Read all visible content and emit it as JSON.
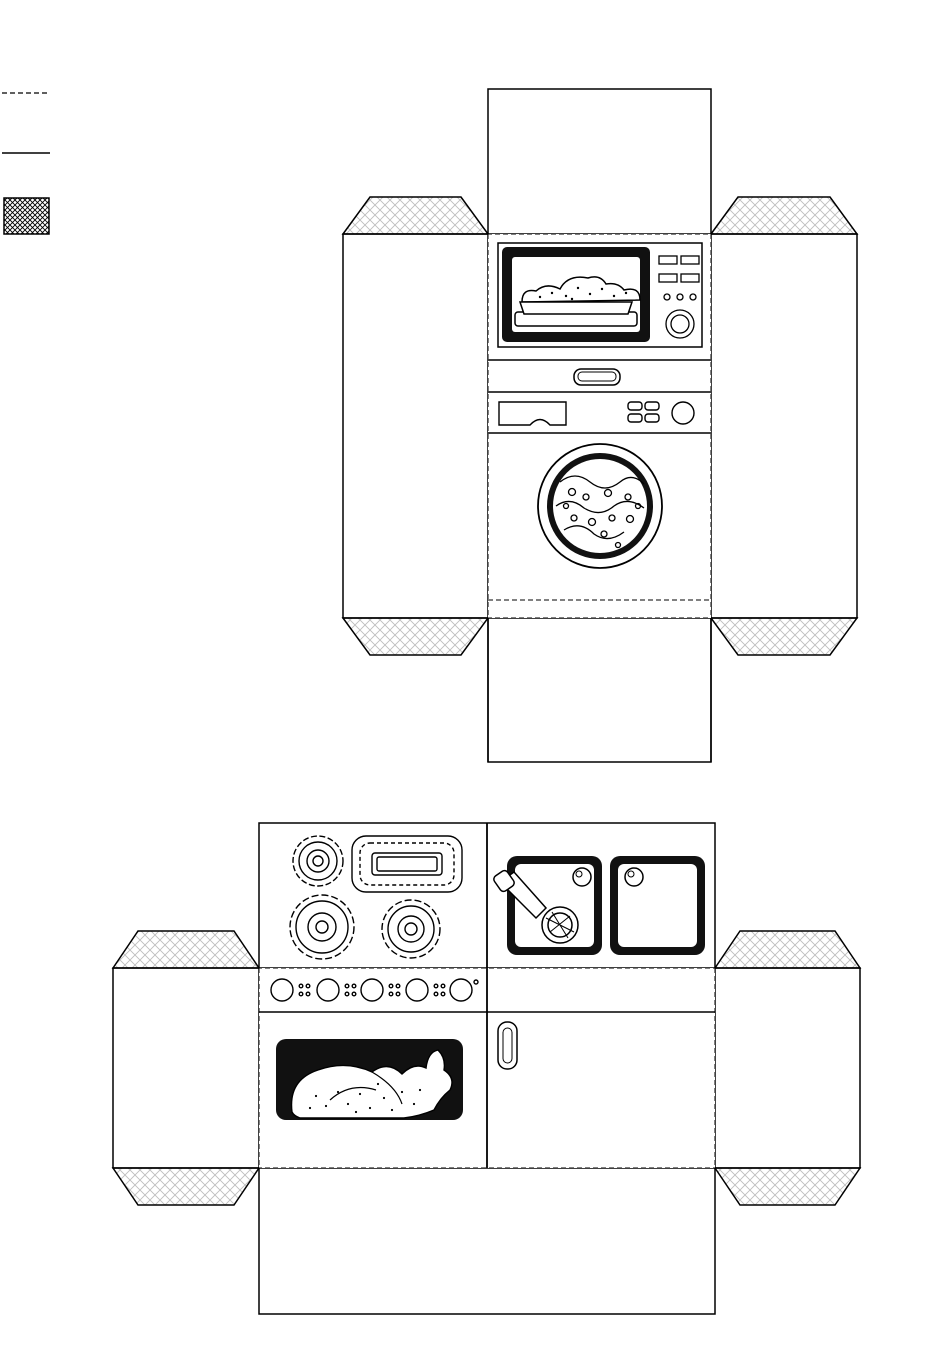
{
  "legend": {
    "items": [
      {
        "kind": "fold-line",
        "style": "dashed",
        "label": ""
      },
      {
        "kind": "cut-line",
        "style": "solid",
        "label": ""
      },
      {
        "kind": "glue-area",
        "style": "crosshatch",
        "label": ""
      }
    ]
  },
  "colors": {
    "ink": "#000000",
    "paper": "#ffffff",
    "hatch": "#bdbdbd",
    "glass": "#111111"
  },
  "templates": [
    {
      "name": "microwave-washer-unit",
      "panels": [
        "microwave",
        "drawer",
        "control-strip",
        "washing-machine"
      ]
    },
    {
      "name": "stove-sink-unit",
      "panels": [
        "cooktop",
        "double-sink",
        "knob-strip",
        "oven-with-roast",
        "cabinet-door"
      ]
    }
  ]
}
